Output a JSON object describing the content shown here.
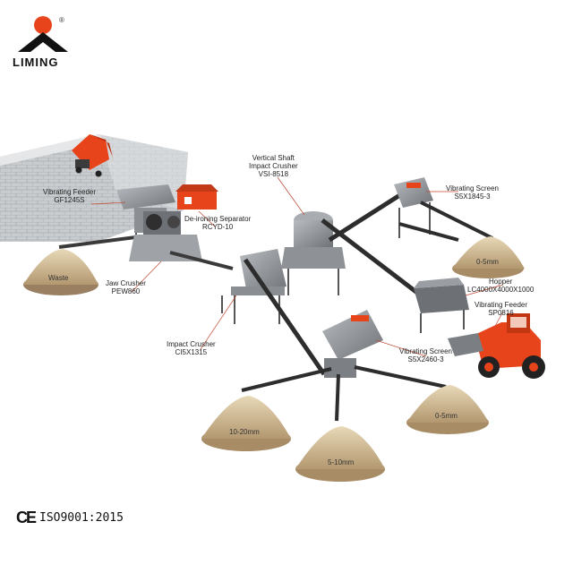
{
  "brand": {
    "name": "LIMING",
    "registered": "®",
    "certification": "ISO9001:2015",
    "ce_mark": "CE",
    "colors": {
      "accent": "#e8441c",
      "logo_black": "#111111",
      "steel": "#7d8087"
    }
  },
  "equipment": {
    "vibrating_feeder_1": {
      "name": "Vibrating Feeder",
      "model": "GF1245S"
    },
    "jaw_crusher": {
      "name": "Jaw Crusher",
      "model": "PEW860"
    },
    "deironing": {
      "name": "De-ironing Separator",
      "model": "RCYD-10"
    },
    "vsi": {
      "name_line1": "Vertical Shaft",
      "name_line2": "Impact Crusher",
      "model": "VSI-8518"
    },
    "vibrating_screen_1": {
      "name": "Vibrating Screen",
      "model": "S5X1845-3"
    },
    "hopper": {
      "name": "Hopper",
      "model": "LC4000X4000X1000"
    },
    "vibrating_feeder_2": {
      "name": "Vibrating Feeder",
      "model": "SP0816"
    },
    "impact_crusher": {
      "name": "Impact Crusher",
      "model": "CI5X1315"
    },
    "vibrating_screen_2": {
      "name": "Vibrating Screen",
      "model": "S5X2460-3"
    }
  },
  "piles": {
    "waste": "Waste",
    "top_right": "0-5mm",
    "bottom_right": "0-5mm",
    "bottom_left": "10-20mm",
    "bottom_center": "5-10mm"
  }
}
